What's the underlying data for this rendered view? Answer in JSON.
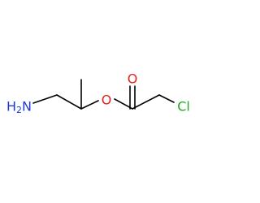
{
  "molecule": {
    "atoms": {
      "amine": {
        "symbol": "H",
        "subscript": "2",
        "element": "N",
        "color": "#1f3bd6"
      },
      "ester_oxygen": {
        "symbol": "O",
        "color": "#e0241a"
      },
      "carbonyl_oxygen": {
        "symbol": "O",
        "color": "#e0241a"
      },
      "chlorine": {
        "symbol": "Cl",
        "color": "#23a821"
      }
    },
    "bond_color": "#000000"
  }
}
